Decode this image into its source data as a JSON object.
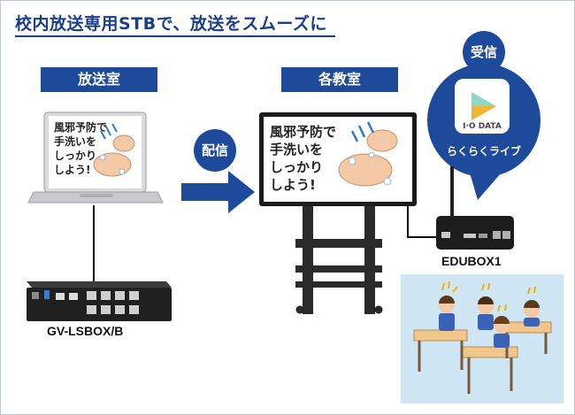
{
  "title": "校内放送専用STBで、放送をスムーズに",
  "broadcast_room": {
    "label": "放送室"
  },
  "classroom": {
    "label": "各教室"
  },
  "distribute": {
    "label": "配信"
  },
  "receive": {
    "label": "受信"
  },
  "screen_message": "風邪予防で\n手洗いを\nしっかり\nしよう!",
  "app": {
    "brand": "I·O DATA",
    "name": "らくらくライブ"
  },
  "devices": {
    "recorder": "GV-LSBOX/B",
    "stb": "EDUBOX1"
  },
  "colors": {
    "accent": "#1e4a9c",
    "title": "#1a3e8c"
  }
}
